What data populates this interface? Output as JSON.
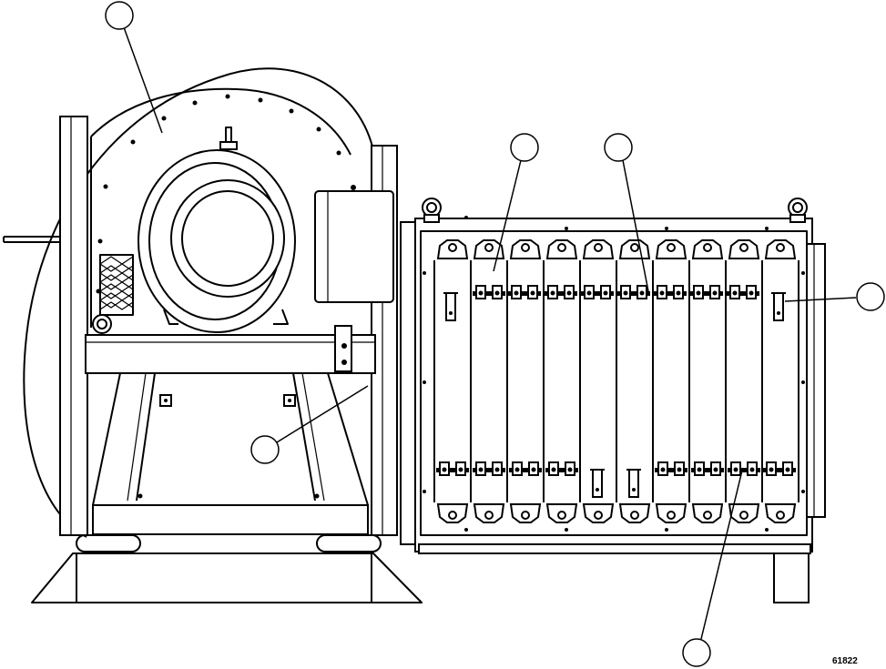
{
  "figure": {
    "number": "61822"
  },
  "callouts": [
    {
      "id": "callout-1",
      "label": ""
    },
    {
      "id": "callout-2",
      "label": ""
    },
    {
      "id": "callout-3",
      "label": ""
    },
    {
      "id": "callout-4",
      "label": ""
    },
    {
      "id": "callout-5",
      "label": ""
    },
    {
      "id": "callout-6",
      "label": ""
    }
  ]
}
